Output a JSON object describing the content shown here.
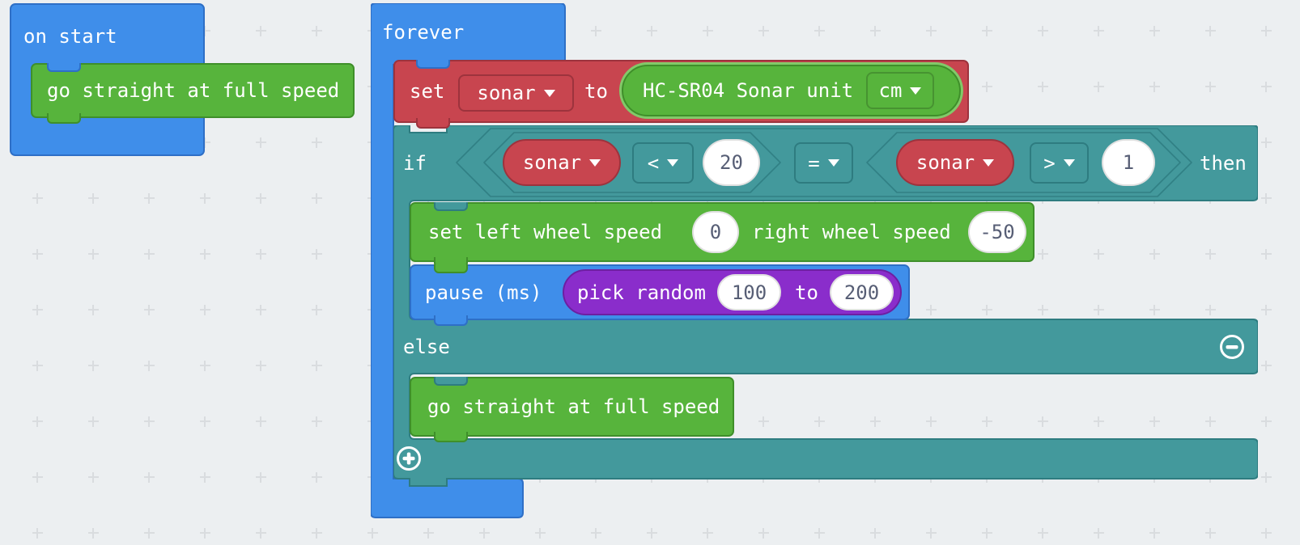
{
  "colors": {
    "workspace-bg": "#eceff1",
    "grid-cross": "#d9dcdf",
    "blue": "#3f8eea",
    "blue-dark": "#2e6fc6",
    "green": "#57b43c",
    "green-dark": "#3f8f2a",
    "green-light-ring": "#82c969",
    "red": "#c8454f",
    "red-dark": "#9d333d",
    "teal": "#43999c",
    "teal-dark": "#2e7c80",
    "purple": "#8a2dcb",
    "purple-dark": "#6c20a2",
    "field-text": "#575e75",
    "label-text": "#ffffff"
  },
  "blocks": {
    "on_start": {
      "label": "on start",
      "body": [
        {
          "label": "go straight at full speed"
        }
      ]
    },
    "forever": {
      "label": "forever"
    },
    "set_variable": {
      "set_label": "set",
      "variable": "sonar",
      "to_label": "to",
      "sonar_reporter": {
        "label": "HC-SR04 Sonar unit",
        "unit": "cm"
      }
    },
    "if_else": {
      "if_label": "if",
      "then_label": "then",
      "else_label": "else",
      "condition": {
        "operator": "=",
        "left": {
          "variable": "sonar",
          "operator": "<",
          "value": "20"
        },
        "right": {
          "variable": "sonar",
          "operator": ">",
          "value": "1"
        }
      },
      "icons": {
        "remove_else": "minus-circle-icon",
        "add_branch": "plus-circle-icon"
      }
    },
    "set_wheel_speed": {
      "left_label": "set left wheel speed",
      "left_value": "0",
      "right_label": "right wheel speed",
      "right_value": "-50"
    },
    "pause": {
      "label": "pause (ms)",
      "pick_random": {
        "label": "pick random",
        "from": "100",
        "to_label": "to",
        "to": "200"
      }
    },
    "else_body": [
      {
        "label": "go straight at full speed"
      }
    ]
  }
}
